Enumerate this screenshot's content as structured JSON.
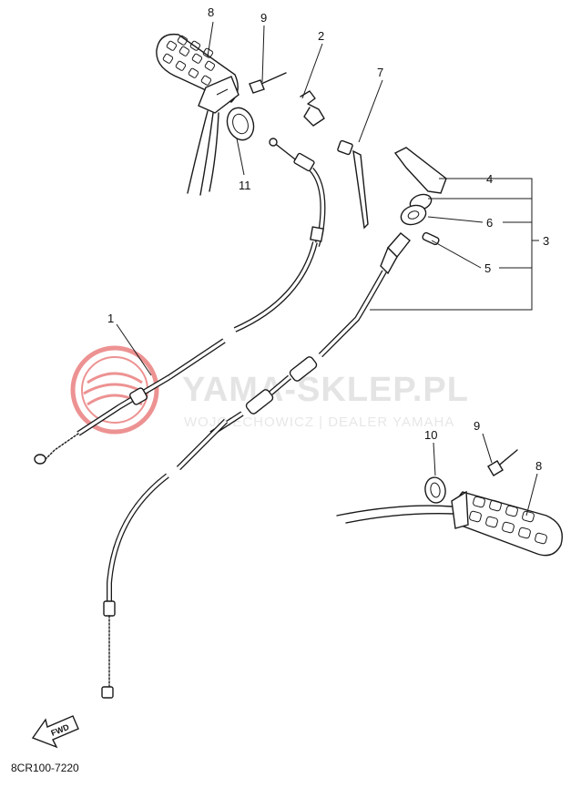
{
  "parts": {
    "1": "1",
    "2": "2",
    "3": "3",
    "4": "4",
    "5": "5",
    "6": "6",
    "7": "7",
    "8": "8",
    "9": "9",
    "10": "10",
    "11": "11"
  },
  "watermark": {
    "title": "YAMA-SKLEP.PL",
    "subtitle": "WOJCIECHOWICZ | DEALER YAMAHA",
    "logo_color": "#e03a3a"
  },
  "fwd_label": "FWD",
  "diagram_code": "8CR100-7220"
}
